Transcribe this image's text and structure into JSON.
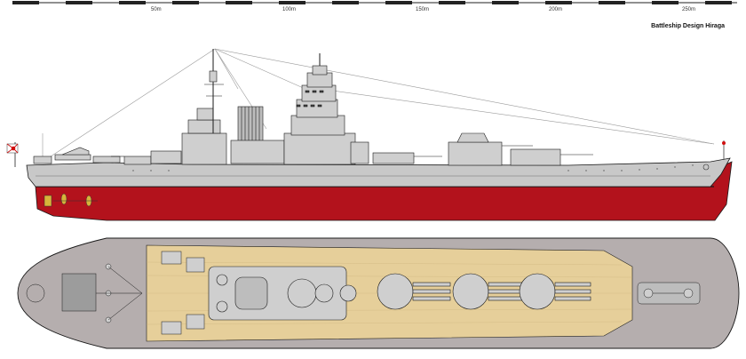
{
  "title": "Battleship Design Hiraga",
  "scale": {
    "labels": [
      "50m",
      "100m",
      "150m",
      "200m",
      "250m"
    ]
  },
  "colors": {
    "hull_red": "#b3121c",
    "hull_grey": "#c8c8c8",
    "superstructure": "#cfcfcf",
    "deck_wood": "#e6cf9a",
    "deck_steel": "#b5aeae",
    "outline": "#1a1a1a",
    "rigging": "#9a9a9a",
    "ensign_red": "#d01010"
  },
  "views": {
    "profile": "side elevation",
    "plan": "top view"
  }
}
